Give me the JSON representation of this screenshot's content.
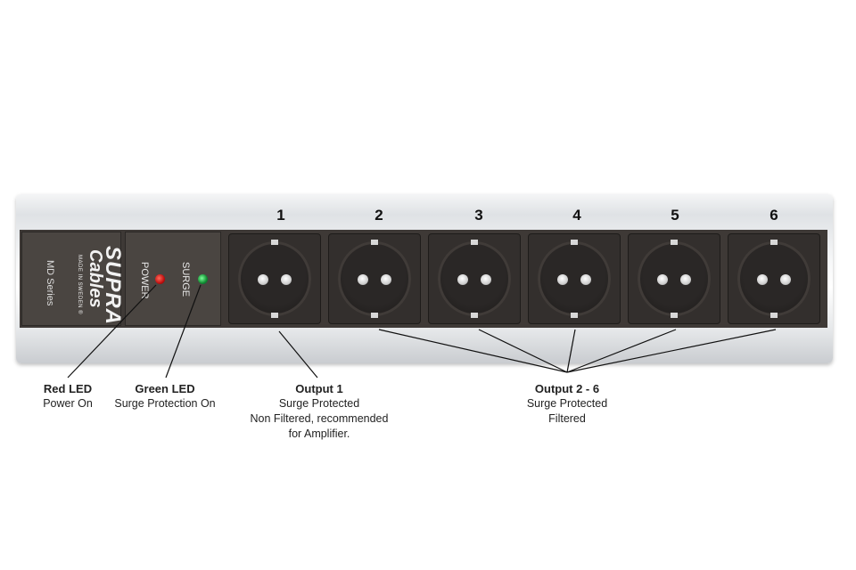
{
  "brand": {
    "name": "SUPRA",
    "subname": "Cables",
    "made_in": "MADE IN SWEDEN ®",
    "series": "MD Series"
  },
  "leds": {
    "surge_label": "SURGE",
    "power_label": "POWER"
  },
  "outputs": [
    "1",
    "2",
    "3",
    "4",
    "5",
    "6"
  ],
  "callouts": {
    "red_led": {
      "title": "Red LED",
      "lines": [
        "Power On"
      ]
    },
    "green_led": {
      "title": "Green LED",
      "lines": [
        "Surge Protection On"
      ]
    },
    "output1": {
      "title": "Output 1",
      "lines": [
        "Surge Protected",
        "Non Filtered, recommended",
        "for Amplifier."
      ]
    },
    "output2_6": {
      "title": "Output 2 - 6",
      "lines": [
        "Surge Protected",
        "Filtered"
      ]
    }
  },
  "colors": {
    "housing": "#3e3936",
    "red_led": "#c01010",
    "green_led": "#108a30",
    "chassis": "#e6e8ea"
  }
}
